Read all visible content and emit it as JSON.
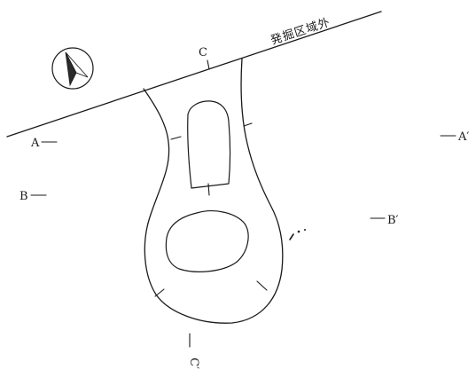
{
  "title": "",
  "boundary": {
    "label": "発掘区域外"
  },
  "sections": {
    "a_left": "A",
    "a_right": "A′",
    "b_left": "B",
    "b_right": "B′",
    "c_top": "C",
    "c_bottom": "C′"
  },
  "north_arrow": {
    "icon": "north-arrow-icon"
  },
  "colors": {
    "ink": "#1a1a1a",
    "background": "#ffffff"
  }
}
